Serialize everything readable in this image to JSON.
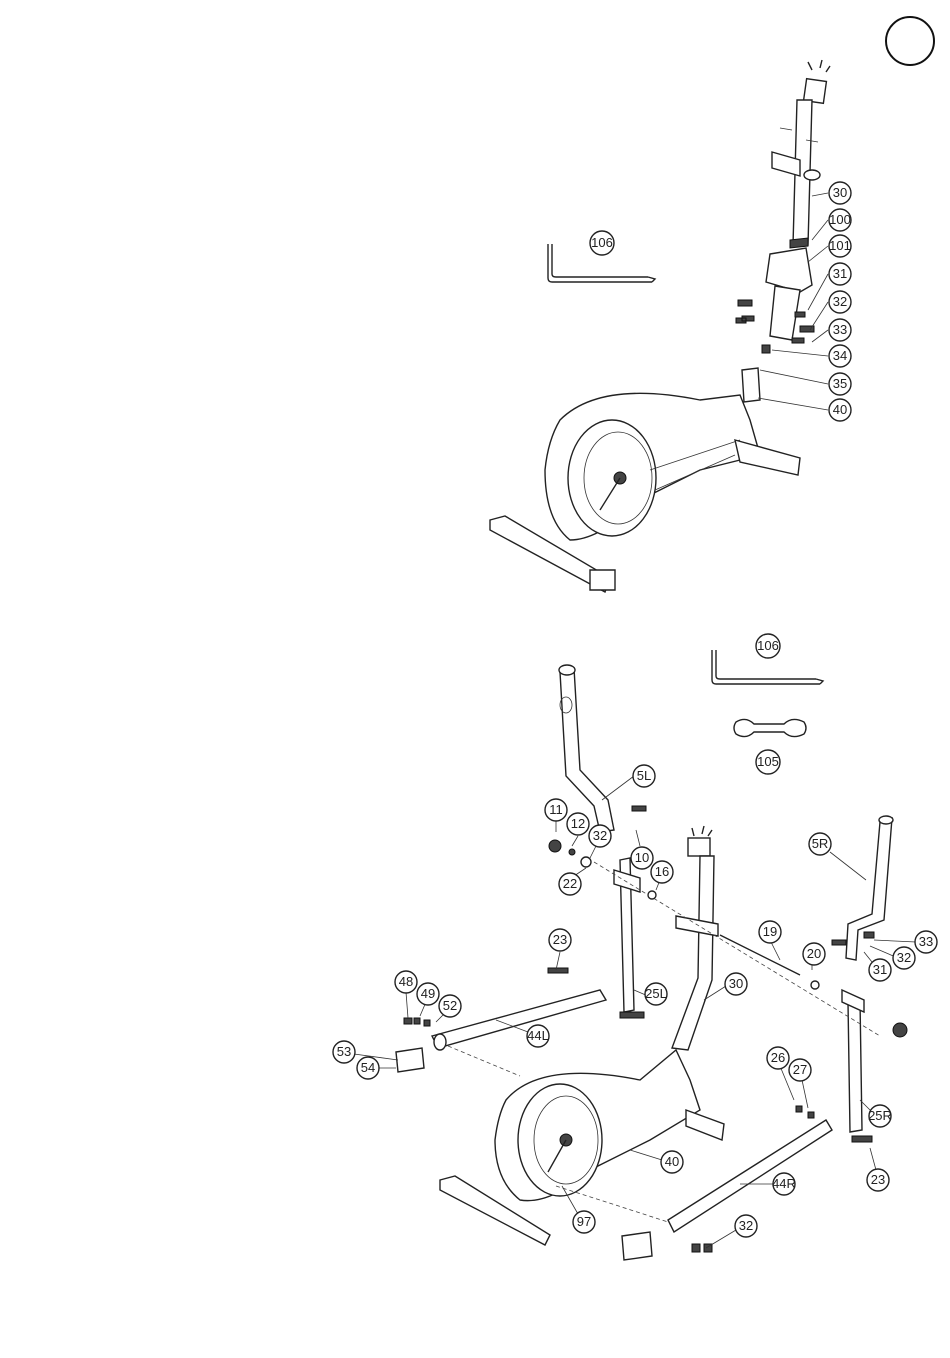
{
  "page": {
    "step_label": ""
  },
  "step1": {
    "callouts": [
      "30",
      "100",
      "101",
      "31",
      "32",
      "33",
      "34",
      "35",
      "40"
    ],
    "tool_label": "106"
  },
  "step2": {
    "tool_labels": [
      "106",
      "105"
    ],
    "callouts": [
      "5L",
      "11",
      "12",
      "32",
      "10",
      "22",
      "16",
      "23",
      "25L",
      "30",
      "19",
      "20",
      "5R",
      "33",
      "32",
      "31",
      "48",
      "49",
      "52",
      "44L",
      "53",
      "54",
      "26",
      "27",
      "25R",
      "23",
      "40",
      "44R",
      "97",
      "32"
    ]
  }
}
